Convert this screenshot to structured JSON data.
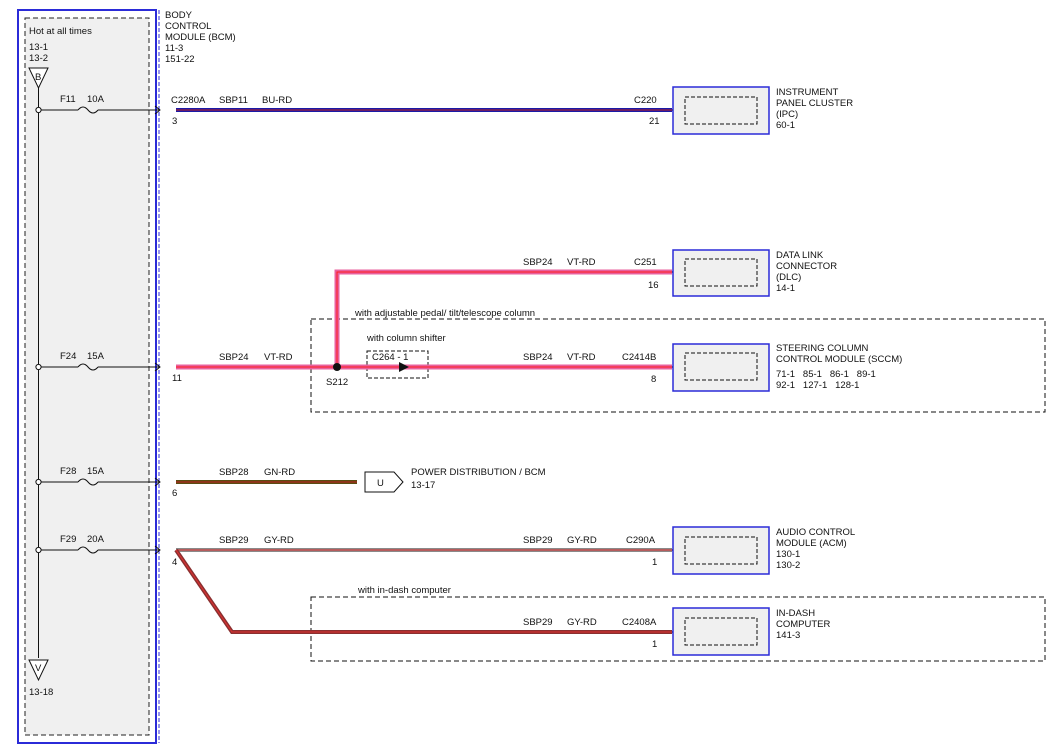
{
  "bcm": {
    "hot_label": "Hot at all times",
    "ref_top1": "13-1",
    "ref_top2": "13-2",
    "conn_top": "B",
    "conn_bottom": "V",
    "ref_bottom": "13-18",
    "title1": "BODY",
    "title2": "CONTROL",
    "title3": "MODULE (BCM)",
    "ref1": "11-3",
    "ref2": "151-22"
  },
  "fuses": [
    {
      "id": "F11",
      "amps": "10A",
      "pin": "3",
      "bcm_conn": "C2280A"
    },
    {
      "id": "F24",
      "amps": "15A",
      "pin": "11"
    },
    {
      "id": "F28",
      "amps": "15A",
      "pin": "6"
    },
    {
      "id": "F29",
      "amps": "20A",
      "pin": "4"
    }
  ],
  "circuits": {
    "ipc": {
      "circuit": "SBP11",
      "color_code": "BU-RD",
      "wire_color": "#1a1aa8"
    },
    "dlc": {
      "circuit": "SBP24",
      "color_code": "VT-RD",
      "wire_color": "#e8609e"
    },
    "sccm_main": {
      "circuit": "SBP24",
      "color_code": "VT-RD",
      "wire_color": "#e8609e"
    },
    "sccm_branch": {
      "circuit": "SBP24",
      "color_code": "VT-RD",
      "wire_color": "#e8609e"
    },
    "pdist": {
      "circuit": "SBP28",
      "color_code": "GN-RD",
      "wire_color": "#5a4d12"
    },
    "acm_main": {
      "circuit": "SBP29",
      "color_code": "GY-RD",
      "wire_color": "#8a8a8a"
    },
    "acm_branch": {
      "circuit": "SBP29",
      "color_code": "GY-RD",
      "wire_color": "#8a8a8a"
    },
    "idc": {
      "circuit": "SBP29",
      "color_code": "GY-RD",
      "wire_color": "#8a3030"
    }
  },
  "splice": "S212",
  "options": {
    "adjustable": "with adjustable pedal/ tilt/telescope column",
    "shifter": "with column shifter",
    "shifter_conn": "C264 - 1",
    "indash": "with in-dash computer"
  },
  "components": {
    "ipc": {
      "conn": "C220",
      "pin": "21",
      "name1": "INSTRUMENT",
      "name2": "PANEL CLUSTER",
      "name3": "(IPC)",
      "ref": "60-1"
    },
    "dlc": {
      "conn": "C251",
      "pin": "16",
      "name1": "DATA LINK",
      "name2": "CONNECTOR",
      "name3": "(DLC)",
      "ref": "14-1"
    },
    "sccm": {
      "conn": "C2414B",
      "pin": "8",
      "name1": "STEERING COLUMN",
      "name2": "CONTROL MODULE (SCCM)",
      "ref1": "71-1   85-1   86-1   89-1",
      "ref2": "92-1   127-1   128-1"
    },
    "pdist": {
      "conn": "U",
      "name": "POWER DISTRIBUTION / BCM",
      "ref": "13-17"
    },
    "acm": {
      "conn": "C290A",
      "pin": "1",
      "name1": "AUDIO CONTROL",
      "name2": "MODULE (ACM)",
      "ref1": "130-1",
      "ref2": "130-2"
    },
    "idc": {
      "conn": "C2408A",
      "pin": "1",
      "name1": "IN-DASH",
      "name2": "COMPUTER",
      "ref": "141-3"
    }
  }
}
